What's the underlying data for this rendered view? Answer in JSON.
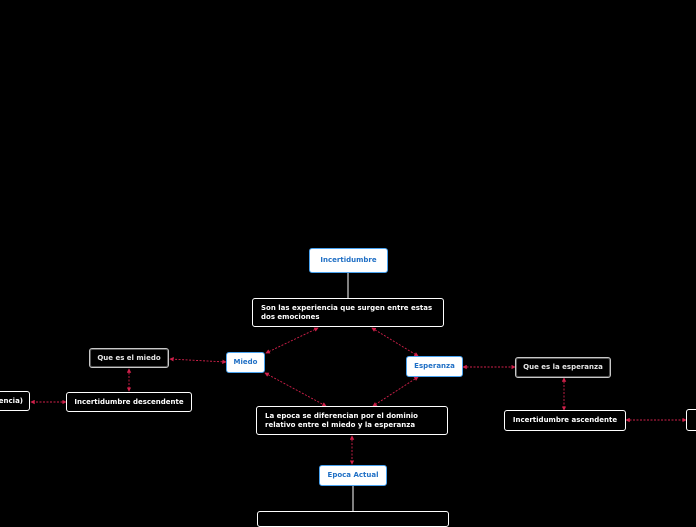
{
  "colors": {
    "background": "#000000",
    "primary_node_fill": "#ffffff",
    "primary_node_text": "#1f6fc5",
    "primary_node_border": "#4aa3f0",
    "dark_node_border": "#ffffff",
    "relation_line": "#d0204a",
    "tree_line": "#ffffff"
  },
  "nodes": {
    "incertidumbre": "Incertidumbre",
    "son_las_experiencia": "Son las experiencia  que surgen entre estas dos emociones",
    "miedo": "Miedo",
    "esperanza": "Esperanza",
    "que_es_el_miedo": "Que es el miedo",
    "que_es_la_esperanza": "Que es la esperanza",
    "incertidumbre_descendente": "Incertidumbre descendente",
    "incertidumbre_ascendente": "Incertidumbre ascendente",
    "epoca_diferencian": "La epoca se diferencian por el dominio relativo entre el miedo y la esperanza",
    "epoca_actual": "Epoca Actual",
    "left_cut": "encia)"
  }
}
